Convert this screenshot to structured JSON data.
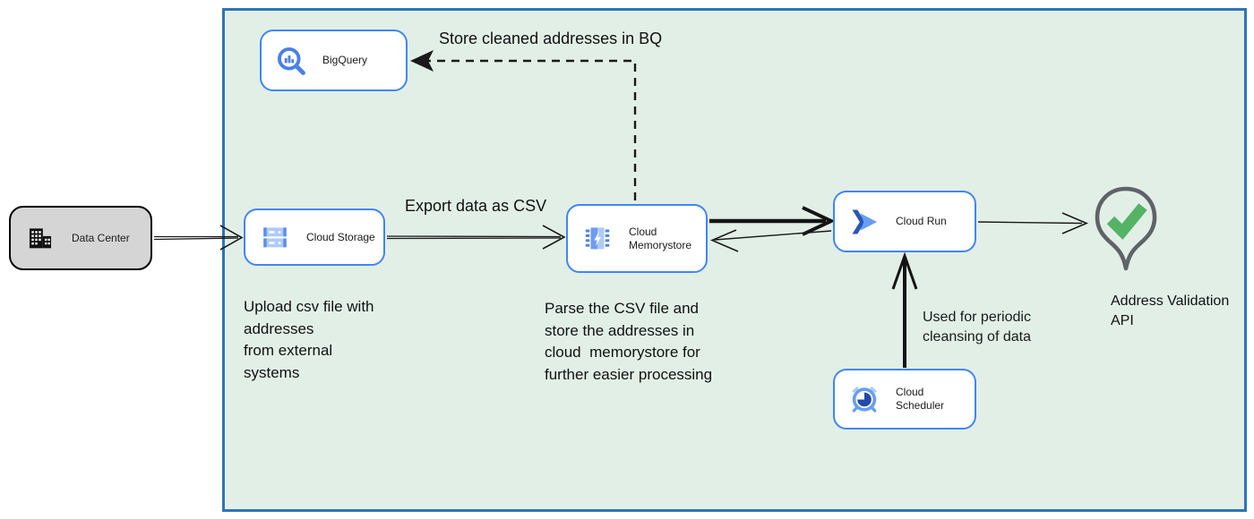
{
  "diagram": {
    "zone": {
      "name": "cloud-environment-boundary"
    },
    "nodes": {
      "data_center": {
        "label": "Data Center",
        "icon": "building-icon"
      },
      "bigquery": {
        "label": "BigQuery",
        "icon": "bigquery-icon"
      },
      "cloud_storage": {
        "label": "Cloud Storage",
        "icon": "cloud-storage-icon"
      },
      "cloud_memorystore": {
        "label": "Cloud Memorystore",
        "icon": "memorystore-icon"
      },
      "cloud_run": {
        "label": "Cloud Run",
        "icon": "cloud-run-icon"
      },
      "cloud_scheduler": {
        "label": "Cloud Scheduler",
        "icon": "scheduler-icon"
      },
      "address_validation_api": {
        "label": "Address Validation\nAPI",
        "icon": "pin-check-icon"
      }
    },
    "edge_labels": {
      "store_bq": "Store cleaned addresses in BQ",
      "export_csv": "Export data as CSV",
      "periodic_cleansing": "Used for periodic\ncleansing of data"
    },
    "notes": {
      "upload": "Upload csv file with\naddresses\nfrom external\nsystems",
      "parse": "Parse the CSV file and\nstore the addresses in\ncloud  memorystore for\nfurther easier processing"
    },
    "colors": {
      "zone_fill": "#e2efe6",
      "zone_border": "#2e75b6",
      "node_border_blue": "#4285f4",
      "node_fill": "#ffffff",
      "datacenter_fill": "#d5d5d5",
      "icon_blue_dark": "#3c78dc",
      "icon_blue_light": "#aecbfa",
      "pin_outline_gray": "#5f6368",
      "check_green": "#54b364",
      "arrow_black": "#1a1a1a"
    }
  }
}
